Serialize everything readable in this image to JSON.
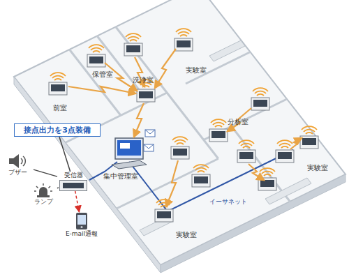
{
  "diagram": {
    "nodes": [
      {
        "text": [
          "接点出力を3点装備"
        ]
      },
      {
        "text": [
          "受信器"
        ]
      },
      {
        "text": [
          "ブザー"
        ]
      },
      {
        "text": [
          "ランプ"
        ]
      },
      {
        "text": [
          "E-mail通報"
        ]
      }
    ],
    "edges": [
      {
        "from": 0,
        "to": 1,
        "arrow": "none"
      },
      {
        "from": 1,
        "to": 2,
        "arrow": "none"
      },
      {
        "from": 1,
        "to": 3,
        "arrow": "none"
      },
      {
        "from": 1,
        "to": 4,
        "arrow": "to"
      }
    ],
    "labels": [
      "前室",
      "保管室",
      "洗浄室",
      "実験室",
      "集中管理室",
      "分析室",
      "実験室",
      "実験室",
      "イーサネット"
    ]
  }
}
